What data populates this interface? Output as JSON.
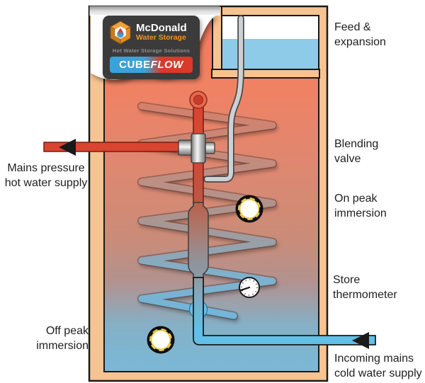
{
  "logo": {
    "brand_top": "McDonald",
    "brand_bottom": "Water Storage",
    "tagline": "Hot Water Storage Solutions",
    "product_cube": "CUBE",
    "product_flow": "FLOW"
  },
  "labels": {
    "feed_expansion": "Feed &\nexpansion",
    "blending_valve": "Blending\nvalve",
    "on_peak": "On peak\nimmersion",
    "store_thermometer": "Store\nthermometer",
    "off_peak": "Off peak\nimmersion",
    "mains_hot": "Mains pressure\nhot water supply",
    "incoming_cold": "Incoming mains\ncold water supply"
  },
  "colors": {
    "tank_wall": "#f6c392",
    "hot_pipe": "#d84531",
    "cold_pipe": "#62bfe5",
    "feed_water": "#8ecbe8",
    "steel": "#c9cdd0",
    "brass_ring": "#e8c84c",
    "logo_bg": "#3b3b3b",
    "logo_orange": "#f29422",
    "cube_blue": "#3aa2da",
    "flow_red": "#d93a2a",
    "interior_hot": "#ee7a5d",
    "interior_cold": "#7cb8d6"
  }
}
